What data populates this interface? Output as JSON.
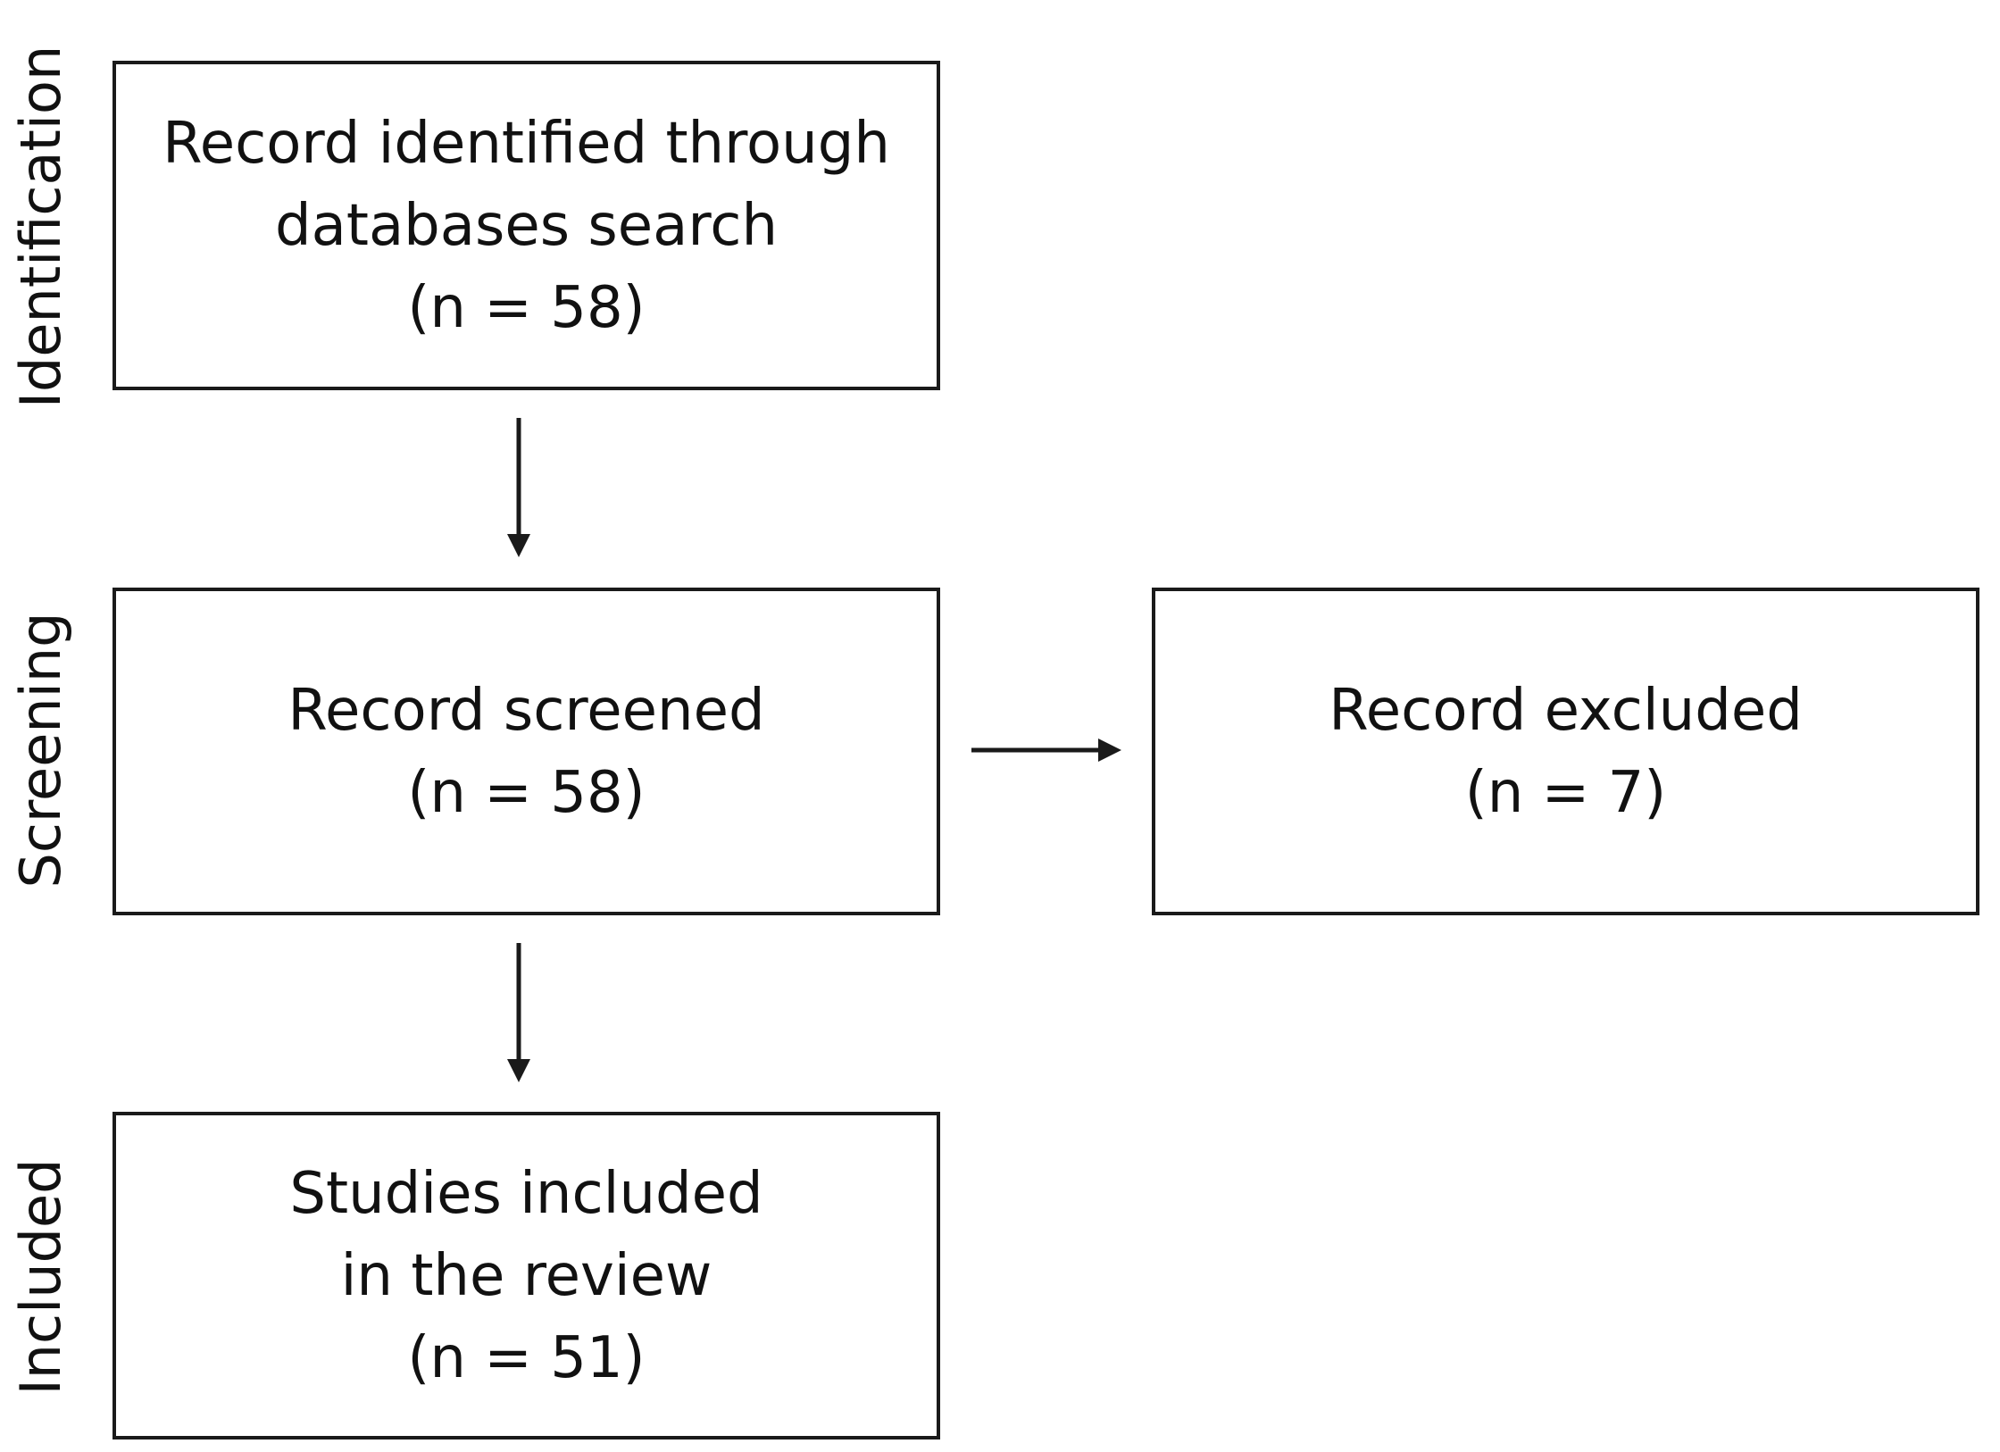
{
  "stages": {
    "identification": "Identification",
    "screening": "Screening",
    "included": "Included"
  },
  "boxes": {
    "identification": {
      "line1": "Record identified through",
      "line2": "databases search",
      "line3": "(n = 58)"
    },
    "screened": {
      "line1": "Record screened",
      "line2": "(n = 58)"
    },
    "excluded": {
      "line1": "Record excluded",
      "line2": "(n = 7)"
    },
    "included": {
      "line1": "Studies included",
      "line2": "in the review",
      "line3": "(n = 51)"
    }
  },
  "colors": {
    "stroke": "#1a1a1a",
    "background": "#ffffff"
  }
}
